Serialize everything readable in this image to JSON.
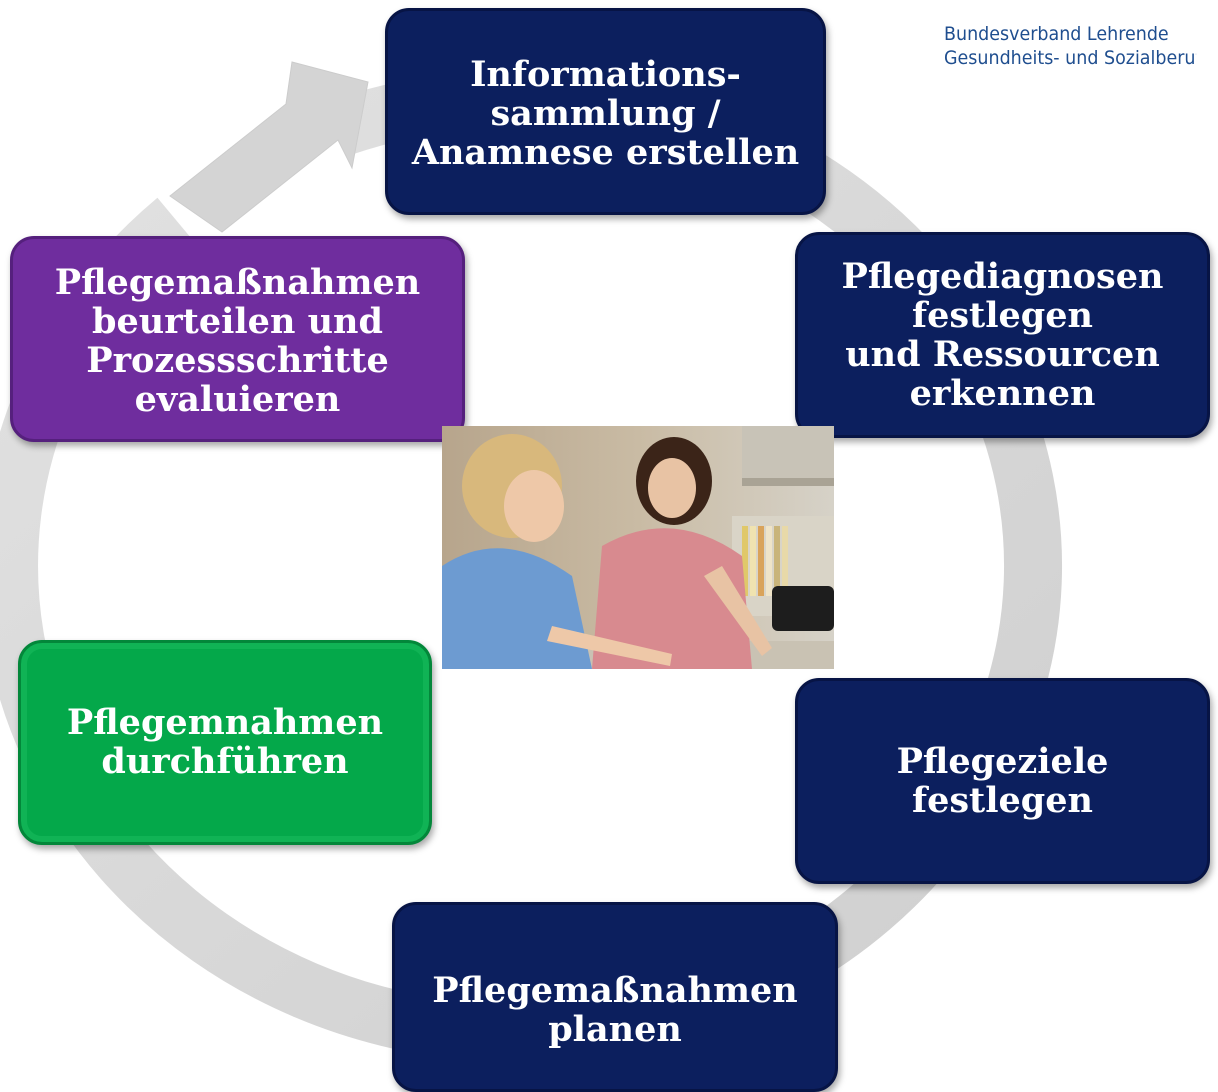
{
  "header": {
    "org_line1": "Bundesverband Lehrende",
    "org_line2": "Gesundheits- und Sozialberufe"
  },
  "cycle": {
    "ring_color": "#d9d9d9",
    "steps": [
      {
        "label": "Informations-\nsammlung /\nAnamnese erstellen",
        "color": "#0c1f5e"
      },
      {
        "label": "Pflegediagnosen\nfestlegen\nund  Ressourcen\nerkennen",
        "color": "#0c1f5e"
      },
      {
        "label": "Pflegeziele\nfestlegen",
        "color": "#0c1f5e"
      },
      {
        "label": "Pflegemaßnahmen\nplanen",
        "color": "#0c1f5e"
      },
      {
        "label": "Pflegemnahmen\ndurchführen",
        "color": "#04a84a"
      },
      {
        "label": "Pflegemaßnahmen\nbeurteilen und\nProzessschritte\nevaluieren",
        "color": "#6f2d9e"
      }
    ]
  },
  "photo": {
    "subject": "two-nurses-photo"
  }
}
